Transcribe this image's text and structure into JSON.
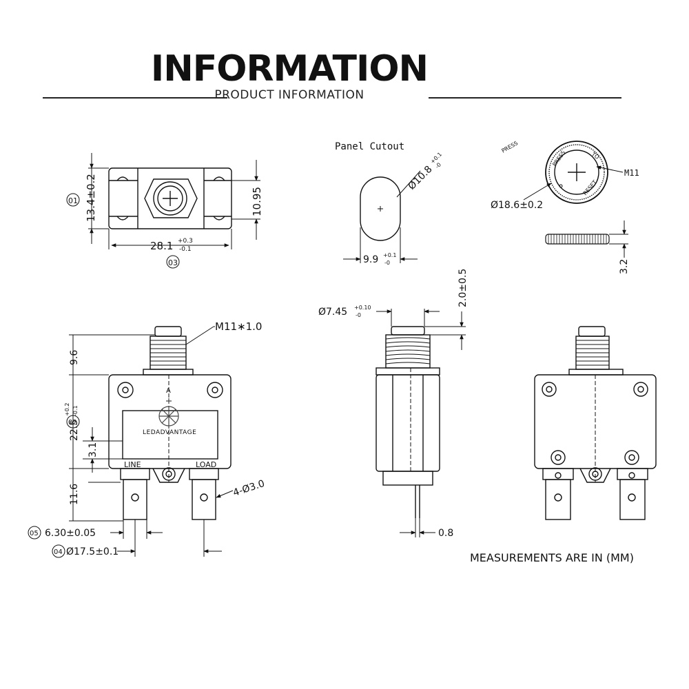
{
  "header": {
    "title": "INFORMATION",
    "subtitle": "PRODUCT INFORMATION"
  },
  "note": "MEASUREMENTS ARE IN (MM)",
  "top_view": {
    "ref_1": "01",
    "ref_3": "03",
    "height": "13.4±0.2",
    "inner_height": "10.95",
    "width_base": "28.1",
    "width_tol_upper": "+0.3",
    "width_tol_lower": "-0.1"
  },
  "panel_cutout": {
    "label": "Panel Cutout",
    "diameter": "Ø10.8",
    "diameter_tol": "+0.1",
    "diameter_tol_lower": "-0",
    "flat_base": "9.9",
    "flat_tol": "+0.1",
    "flat_tol_lower": "-0"
  },
  "reset_cap": {
    "press_label": "PRESS",
    "ring_text_1": "PRESS",
    "ring_text_2": "TO",
    "ring_text_3": "RESET",
    "thread": "M11",
    "diameter": "Ø18.6±0.2",
    "thickness": "3.2"
  },
  "front_view": {
    "ref_2": "02",
    "ref_4": "04",
    "ref_5": "05",
    "thread": "M11∗1.0",
    "h_top": "9.6",
    "h_body_base": "22.5",
    "h_body_tol_upper": "+0.2",
    "h_body_tol_lower": "-0.1",
    "h_small": "3.1",
    "h_terminal": "11.6",
    "hole": "4-Ø3.0",
    "terminal_width": "6.30±0.05",
    "pitch": "Ø17.5±0.1",
    "line_label": "LINE",
    "load_label": "LOAD",
    "brand": "LEDADVANTAGE",
    "letter_a": "A"
  },
  "side_view": {
    "diameter_base": "Ø7.45",
    "diameter_tol": "+0.10",
    "diameter_tol_lower": "-0",
    "travel": "2.0±0.5",
    "pin": "0.8"
  }
}
